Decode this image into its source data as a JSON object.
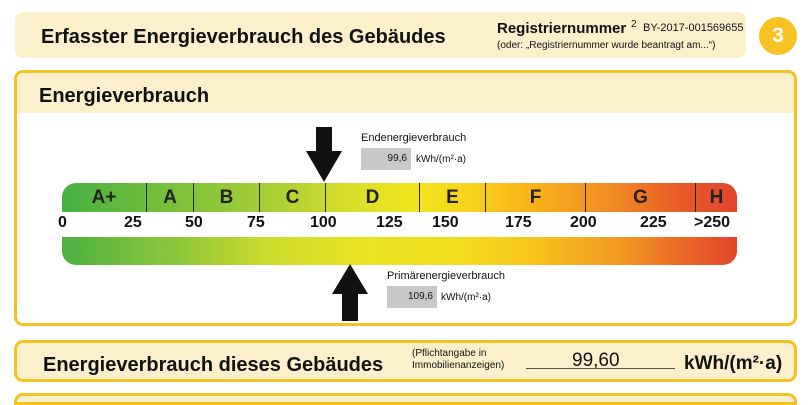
{
  "header": {
    "title": "Erfasster Energieverbrauch des Gebäudes",
    "reg_label": "Registriernummer",
    "reg_footnote": "2",
    "reg_value": "BY-2017-001569655",
    "reg_note": "(oder: „Registriernummer wurde beantragt am...“)",
    "page_number": "3"
  },
  "section": {
    "title": "Energieverbrauch"
  },
  "endenergie": {
    "label": "Endenergieverbrauch",
    "value": "99,6",
    "unit": "kWh/(m²·a)"
  },
  "primaerenergie": {
    "label": "Primärenergieverbrauch",
    "value": "109,6",
    "unit": "kWh/(m²·a)"
  },
  "scale": {
    "classes": [
      "A+",
      "A",
      "B",
      "C",
      "D",
      "E",
      "F",
      "G",
      "H"
    ],
    "ticks": [
      "0",
      "25",
      "50",
      "75",
      "100",
      "125",
      "150",
      "175",
      "200",
      "225",
      ">250"
    ]
  },
  "summary": {
    "title": "Energieverbrauch dieses Gebäudes",
    "note_line1": "(Pflichtangabe in",
    "note_line2": "Immobilienanzeigen)",
    "value": "99,60",
    "unit": "kWh/(m²·a)"
  },
  "colors": {
    "border": "#f5c21f",
    "header_bg": "#fbefcc",
    "badge": "#f7c223"
  }
}
